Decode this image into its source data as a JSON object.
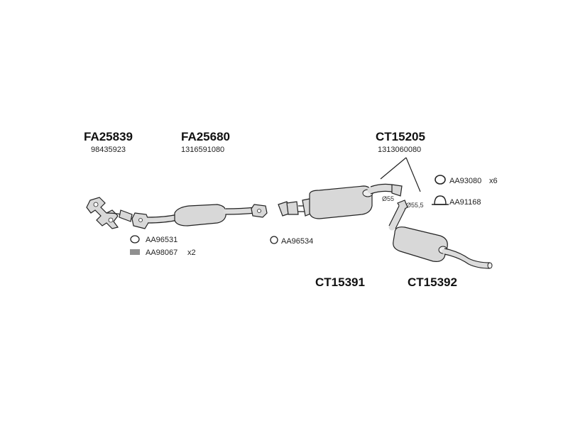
{
  "parts": {
    "fa25839": {
      "code": "FA25839",
      "oem": "98435923"
    },
    "fa25680": {
      "code": "FA25680",
      "oem": "1316591080"
    },
    "ct15205": {
      "code": "CT15205",
      "oem": "1313060080"
    },
    "ct15391": {
      "code": "CT15391"
    },
    "ct15392": {
      "code": "CT15392"
    }
  },
  "accessories": {
    "aa96531": "AA96531",
    "aa98067": "AA98067",
    "aa98067_qty": "x2",
    "aa96534": "AA96534",
    "aa93080": "AA93080",
    "aa93080_qty": "x6",
    "aa91168": "AA91168"
  },
  "dimensions": {
    "d55": "Ø55",
    "d555": "Ø55,5"
  }
}
